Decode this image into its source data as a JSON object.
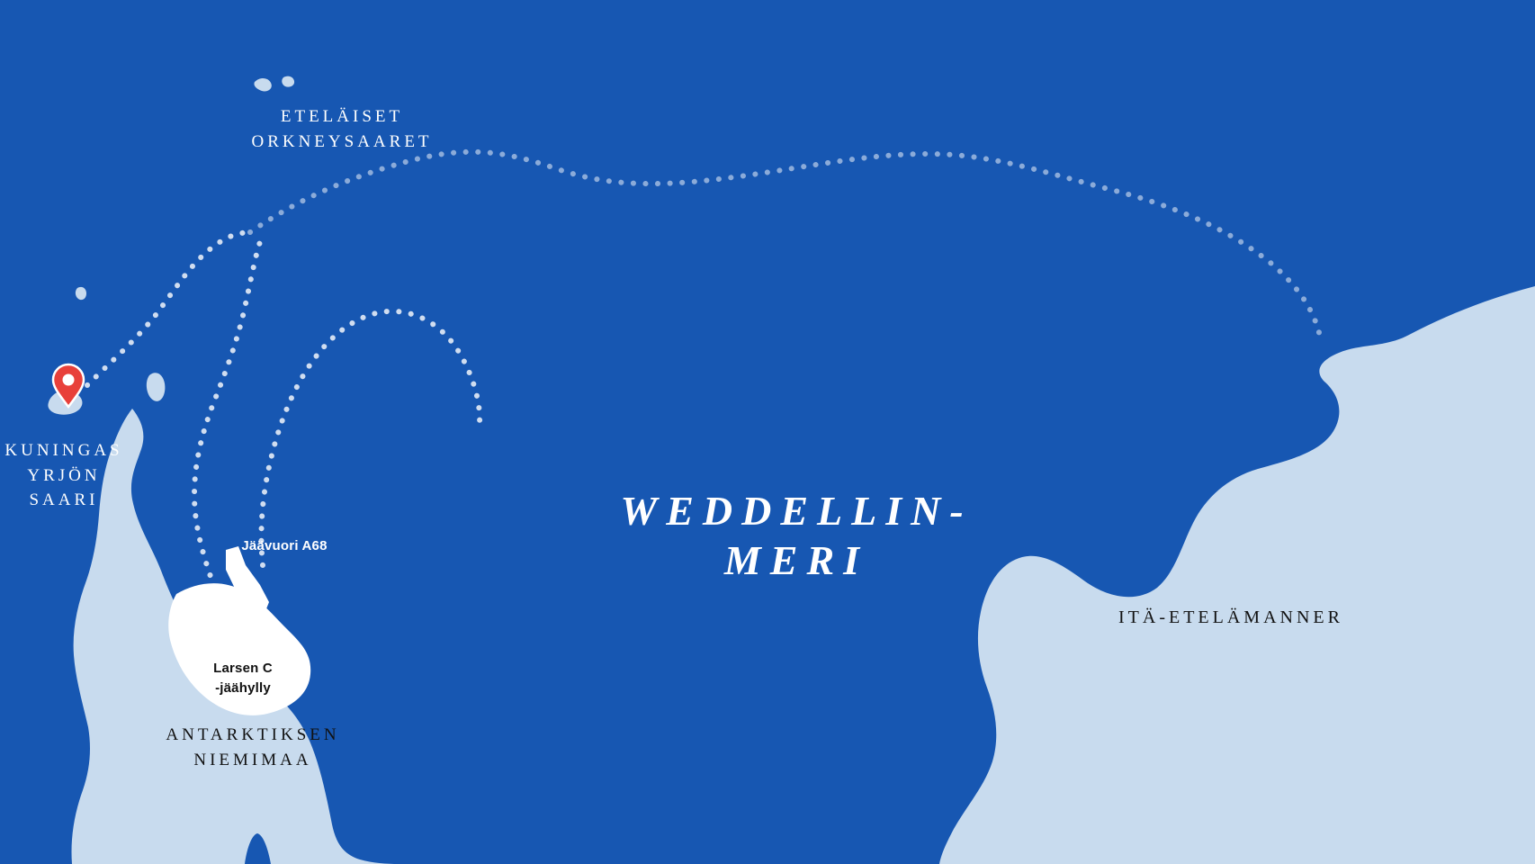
{
  "map": {
    "labels": {
      "south_orkney": "ETELÄISET\nORKNEYSAARET",
      "king_george": "KUNINGAS\nYRJÖN\nSAARI",
      "weddell_sea": "WEDDELLIN-\nMERI",
      "east_antarctica": "ITÄ-ETELÄMANNER",
      "antarctic_peninsula": "ANTARKTIKSEN\nNIEMIMAA",
      "larsen_c": "Larsen C\n-jäähylly",
      "iceberg_a68": "Jäävuori A68"
    },
    "icons": {
      "pin": "location-pin"
    },
    "colors": {
      "ocean": "#1757b2",
      "land": "#c8dbee",
      "ice": "#ffffff",
      "route": "#ffffff",
      "pin": "#e8403a",
      "label_light": "#ffffff",
      "label_dark": "#111111"
    }
  }
}
